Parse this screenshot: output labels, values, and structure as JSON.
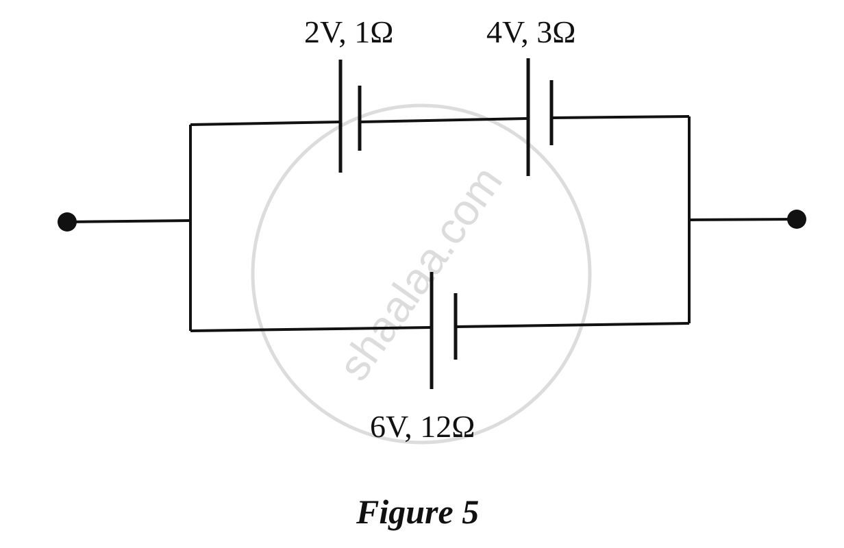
{
  "batteries": [
    {
      "label": "2V, 1Ω"
    },
    {
      "label": "4V, 3Ω"
    },
    {
      "label": "6V, 12Ω"
    }
  ],
  "watermark": "shaalaa.com",
  "caption": "Figure 5"
}
